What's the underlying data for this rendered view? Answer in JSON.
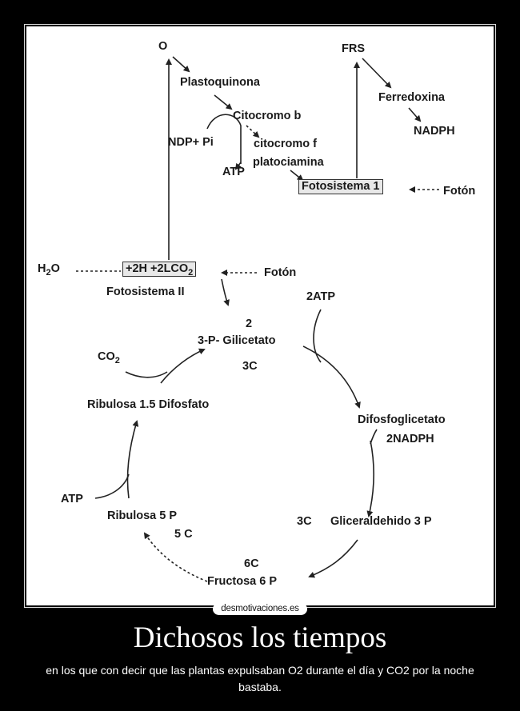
{
  "diagram": {
    "labels": {
      "o": "O",
      "plastoquinona": "Plastoquinona",
      "citocromo_b": "Citocromo b",
      "ndp_pi": "NDP+ Pi",
      "citocromo_f": "citocromo f",
      "platociamina": "platociamina",
      "atp_top": "ATP",
      "frs": "FRS",
      "ferredoxina": "Ferredoxina",
      "nadph": "NADPH",
      "fotosistema_1": "Fotosistema 1",
      "foton_top": "Fotón",
      "h2o_main": "H",
      "h2o_sub": "2",
      "h2o_tail": "O",
      "ps2_box": "+2H +2LCO",
      "ps2_sub": "2",
      "fotosistema_2": "Fotosistema II",
      "foton_mid": "Fotón",
      "atp2": "2ATP",
      "num2": "2",
      "gliceraldeh_3p": "3-P- Gilicetato",
      "c3_top": "3C",
      "co2_main": "CO",
      "co2_sub": "2",
      "ribulosa_15": "Ribulosa 1.5 Difosfato",
      "difosfoglicetato": "Difosfoglicetato",
      "nadph2": "2NADPH",
      "atp_left": "ATP",
      "ribulosa_5p": "Ribulosa 5 P",
      "c5": "5 C",
      "c3_right": "3C",
      "gliceraldehido": "Gliceraldehido 3 P",
      "c6": "6C",
      "fructosa": "Fructosa 6 P"
    }
  },
  "watermark": "desmotivaciones.es",
  "poster": {
    "title": "Dichosos los tiempos",
    "caption": "en los que con decir que las plantas expulsaban O2  durante el día y CO2 por la noche bastaba."
  }
}
